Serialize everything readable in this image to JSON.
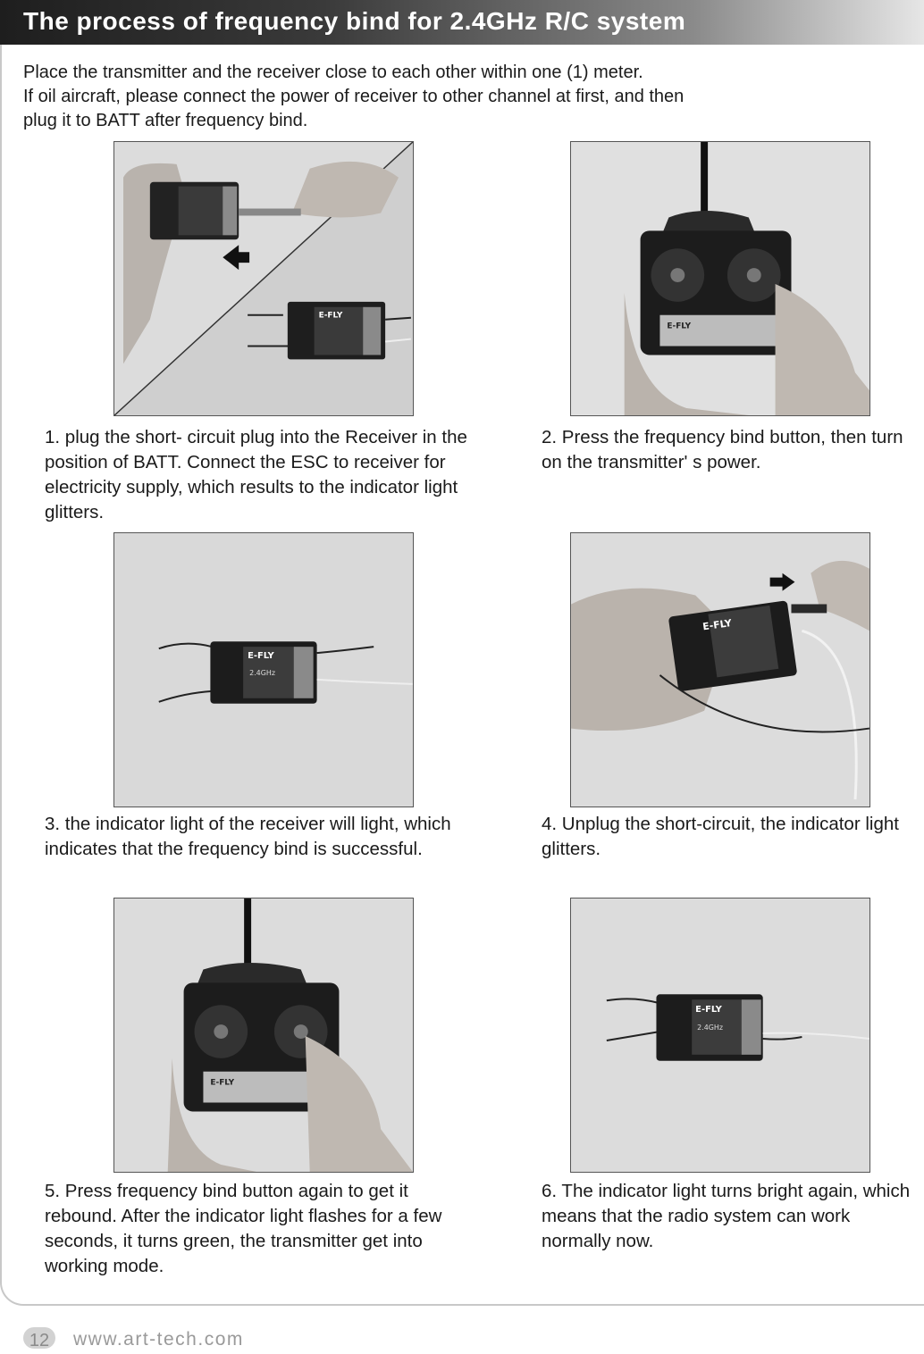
{
  "header": {
    "title": "The process of frequency bind  for 2.4GHz R/C  system"
  },
  "intro": {
    "lines": [
      "Place the transmitter and the receiver close to each other within one (1) meter.",
      "If oil aircraft, please connect the power of receiver to other channel at first, and then",
      "plug it to BATT after frequency bind."
    ]
  },
  "steps": [
    {
      "caption": "1. plug the short- circuit plug into the  Receiver in the position of BATT. Connect the ESC to receiver for electricity  supply, which results to the indicator light glitters.",
      "photo_icon": "receiver-plug-photo-icon"
    },
    {
      "caption": "2. Press the frequency bind button, then turn on the transmitter' s power.",
      "photo_icon": "transmitter-photo-icon"
    },
    {
      "caption": "3. the  indicator light of the receiver will light, which  indicates  that  the  frequency  bind  is successful.",
      "photo_icon": "receiver-photo-icon"
    },
    {
      "caption": "4. Unplug the short-circuit, the indicator light glitters.",
      "photo_icon": "unplug-photo-icon"
    },
    {
      "caption": "5. Press frequency bind button  again to get it rebound.  After the indicator light flashes for a few seconds,   it turns  green,   the transmitter get into working mode.",
      "photo_icon": "transmitter-photo-icon"
    },
    {
      "caption": "6. The indicator light turns bright again, which  means that the radio system can work normally  now.",
      "photo_icon": "receiver-photo-icon"
    }
  ],
  "photo_labels": {
    "brand": "E-FLY",
    "model": "2.4GHz"
  },
  "footer": {
    "page_number": "12",
    "url": "www.art-tech.com"
  }
}
